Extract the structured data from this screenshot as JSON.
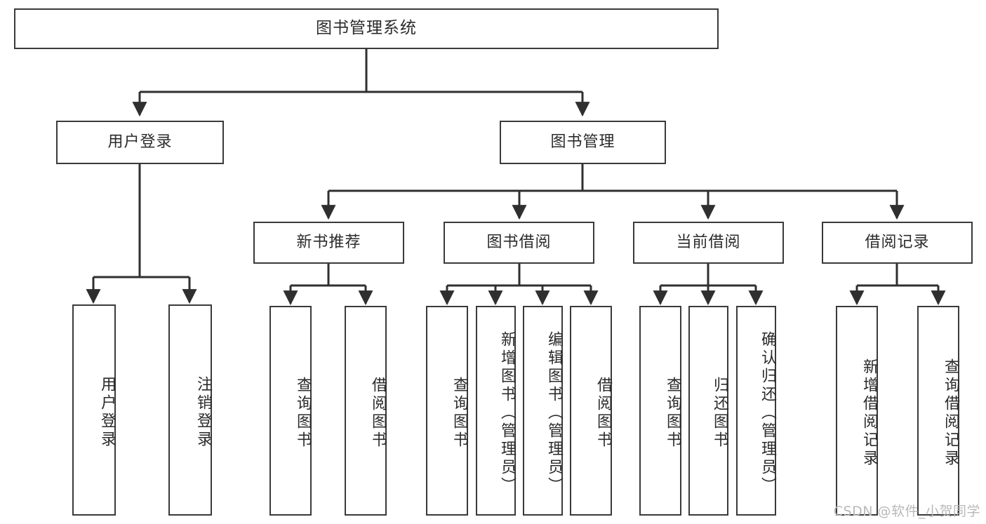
{
  "diagram": {
    "title": "图书管理系统",
    "watermark": "CSDN @软件_小贺同学",
    "colors": {
      "border": "#3a3a3a",
      "text": "#2b2b2b",
      "background": "#ffffff",
      "edge": "#2f2f2f",
      "watermark": "#b9b9b9"
    },
    "levels": {
      "root": "图书管理系统",
      "level2": [
        "用户登录",
        "图书管理"
      ],
      "level3": [
        "新书推荐",
        "图书借阅",
        "当前借阅",
        "借阅记录"
      ]
    },
    "nodes": {
      "root": {
        "label": "图书管理系统"
      },
      "user_login": {
        "label": "用户登录"
      },
      "book_manage": {
        "label": "图书管理"
      },
      "new_book_rec": {
        "label": "新书推荐"
      },
      "book_borrow": {
        "label": "图书借阅"
      },
      "current_borrow": {
        "label": "当前借阅"
      },
      "borrow_record": {
        "label": "借阅记录"
      },
      "leaf_user_login": {
        "label": "用户登录"
      },
      "leaf_logout": {
        "label": "注销登录"
      },
      "leaf_query_book_1": {
        "label": "查询图书"
      },
      "leaf_borrow_book_1": {
        "label": "借阅图书"
      },
      "leaf_query_book_2": {
        "label": "查询图书"
      },
      "leaf_add_book": {
        "label": "新增图书（管理员）"
      },
      "leaf_edit_book": {
        "label": "编辑图书（管理员）"
      },
      "leaf_borrow_book_2": {
        "label": "借阅图书"
      },
      "leaf_query_book_3": {
        "label": "查询图书"
      },
      "leaf_return_book": {
        "label": "归还图书"
      },
      "leaf_confirm_return": {
        "label": "确认归还（管理员）"
      },
      "leaf_add_record": {
        "label": "新增借阅记录"
      },
      "leaf_query_record": {
        "label": "查询借阅记录"
      }
    }
  }
}
